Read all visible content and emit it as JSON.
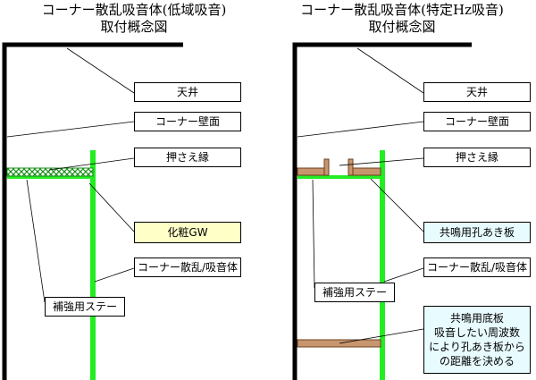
{
  "left": {
    "title_line1": "コーナー散乱吸音体(低域吸音)",
    "title_line2": "取付概念図",
    "labels": {
      "ceiling": "天井",
      "corner_wall": "コーナー壁面",
      "retaining_edge": "押さえ縁",
      "material": "化粧GW",
      "absorber": "コーナー散乱/吸音体",
      "reinforcement_stay": "補強用ステー"
    }
  },
  "right": {
    "title_line1": "コーナー散乱吸音体(特定Hz吸音)",
    "title_line2": "取付概念図",
    "labels": {
      "ceiling": "天井",
      "corner_wall": "コーナー壁面",
      "retaining_edge": "押さえ縁",
      "material": "共鳴用孔あき板",
      "absorber": "コーナー散乱/吸音体",
      "reinforcement_stay": "補強用ステー",
      "bottom_board": [
        "共鳴用底板",
        "吸音したい周波数",
        "により孔あき板から",
        "の距離を決める"
      ]
    }
  },
  "colors": {
    "structure": "#000000",
    "absorber_frame": "#22ee22",
    "gw_hatch": "#1a8f1a",
    "board": "#c8966e",
    "board_edge": "#6b3f1f",
    "material_label_left": "#ffffc8",
    "material_label_right": "#e8fbff"
  }
}
